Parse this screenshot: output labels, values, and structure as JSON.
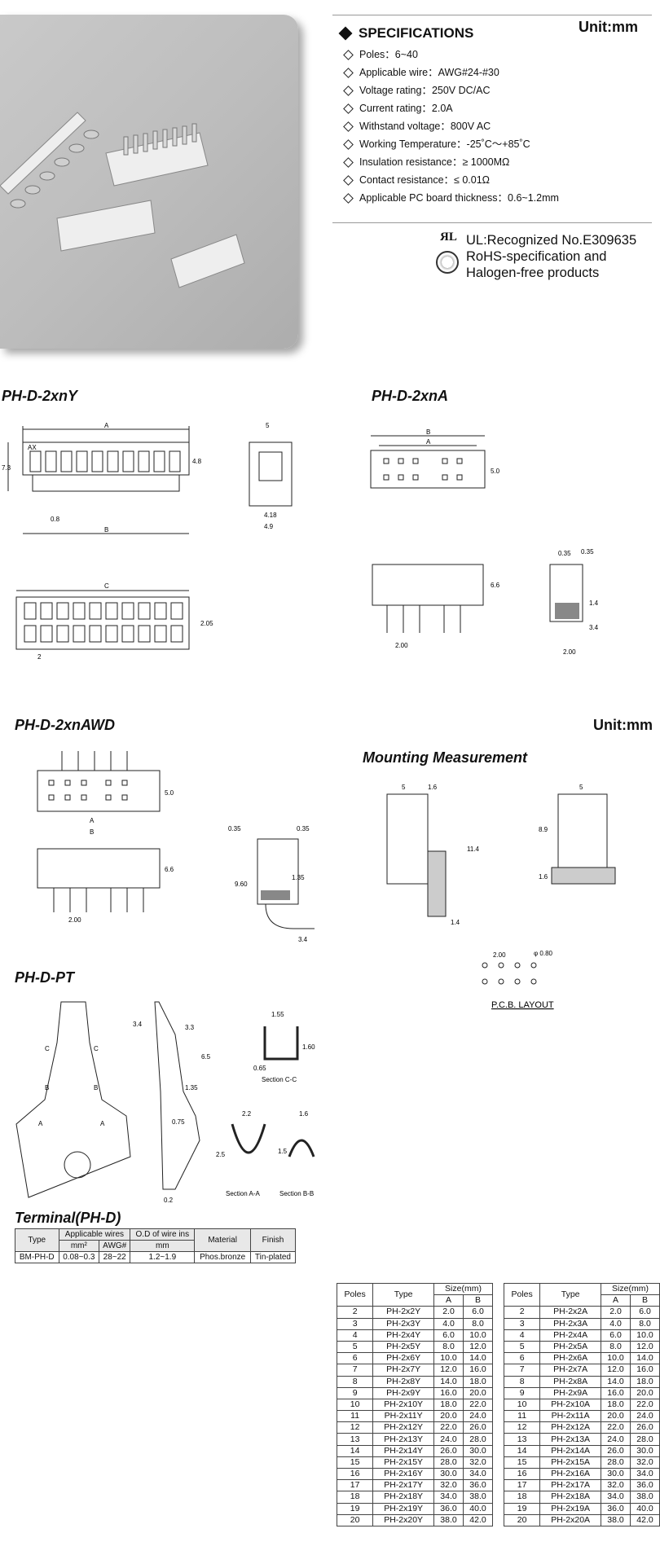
{
  "spec": {
    "title": "SPECIFICATIONS",
    "unit": "Unit:mm",
    "items": [
      "Poles：6~40",
      "Applicable wire：AWG#24-#30",
      "Voltage rating：250V DC/AC",
      "Current rating：2.0A",
      "Withstand voltage：800V AC",
      "Working Temperature：-25˚C～+85˚C",
      "Insulation resistance：≥ 1000MΩ",
      "Contact resistance：≤ 0.01Ω",
      "Applicable PC board thickness：0.6~1.2mm"
    ],
    "ul_mark": "ЯL",
    "cert1": "UL:Recognized No.E309635",
    "cert2": "RoHS-specification and",
    "cert3": "Halogen-free products"
  },
  "sections": {
    "s1": "PH-D-2xnY",
    "s2": "PH-D-2xnA",
    "s3": "PH-D-2xnAWD",
    "s3_unit": "Unit:mm",
    "s4": "Mounting Measurement",
    "s5": "PH-D-PT",
    "s6": "Terminal(PH-D)",
    "pcb_layout": "P.C.B. LAYOUT"
  },
  "dims": {
    "a": "A",
    "b": "B",
    "c": "C",
    "ax": "AX",
    "y_7_3": "7.3",
    "y_4_8": "4.8",
    "y_0_8": "0.8",
    "y_5": "5",
    "y_4_18": "4.18",
    "y_4_9": "4.9",
    "y_2_05": "2.05",
    "y_2": "2",
    "a_5_0": "5.0",
    "a_6_6": "6.6",
    "a_2_00": "2.00",
    "a_0_35": "0.35",
    "a_3_4": "3.4",
    "a_1_4": "1.4",
    "w_9_60": "9.60",
    "w_1_35": "1.35",
    "m_1_6": "1.6",
    "m_11_4": "11.4",
    "m_8_9": "8.9",
    "m_phi": "φ 0.80",
    "t_1_55": "1.55",
    "t_1_60": "1.60",
    "t_0_65": "0.65",
    "t_2_2": "2.2",
    "t_2_5": "2.5",
    "t_1_5": "1.5",
    "t_3_3": "3.3",
    "t_6_5": "6.5",
    "t_0_75": "0.75",
    "t_0_2": "0.2",
    "sec_cc": "Section C-C",
    "sec_aa": "Section A-A",
    "sec_bb": "Section B-B"
  },
  "terminal": {
    "h_type": "Type",
    "h_wires": "Applicable wires",
    "h_od": "O.D of wire ins",
    "h_material": "Material",
    "h_finish": "Finish",
    "h_mm2": "mm²",
    "h_awg": "AWG#",
    "h_mm": "mm",
    "type": "BM-PH-D",
    "mm2": "0.08~0.3",
    "awg": "28~22",
    "od": "1.2~1.9",
    "material": "Phos.bronze",
    "finish": "Tin-plated"
  },
  "table_headers": {
    "poles": "Poles",
    "type": "Type",
    "size": "Size(mm)",
    "a": "A",
    "b": "B"
  },
  "table_y": [
    [
      "2",
      "PH-2x2Y",
      "2.0",
      "6.0"
    ],
    [
      "3",
      "PH-2x3Y",
      "4.0",
      "8.0"
    ],
    [
      "4",
      "PH-2x4Y",
      "6.0",
      "10.0"
    ],
    [
      "5",
      "PH-2x5Y",
      "8.0",
      "12.0"
    ],
    [
      "6",
      "PH-2x6Y",
      "10.0",
      "14.0"
    ],
    [
      "7",
      "PH-2x7Y",
      "12.0",
      "16.0"
    ],
    [
      "8",
      "PH-2x8Y",
      "14.0",
      "18.0"
    ],
    [
      "9",
      "PH-2x9Y",
      "16.0",
      "20.0"
    ],
    [
      "10",
      "PH-2x10Y",
      "18.0",
      "22.0"
    ],
    [
      "11",
      "PH-2x11Y",
      "20.0",
      "24.0"
    ],
    [
      "12",
      "PH-2x12Y",
      "22.0",
      "26.0"
    ],
    [
      "13",
      "PH-2x13Y",
      "24.0",
      "28.0"
    ],
    [
      "14",
      "PH-2x14Y",
      "26.0",
      "30.0"
    ],
    [
      "15",
      "PH-2x15Y",
      "28.0",
      "32.0"
    ],
    [
      "16",
      "PH-2x16Y",
      "30.0",
      "34.0"
    ],
    [
      "17",
      "PH-2x17Y",
      "32.0",
      "36.0"
    ],
    [
      "18",
      "PH-2x18Y",
      "34.0",
      "38.0"
    ],
    [
      "19",
      "PH-2x19Y",
      "36.0",
      "40.0"
    ],
    [
      "20",
      "PH-2x20Y",
      "38.0",
      "42.0"
    ]
  ],
  "table_a": [
    [
      "2",
      "PH-2x2A",
      "2.0",
      "6.0"
    ],
    [
      "3",
      "PH-2x3A",
      "4.0",
      "8.0"
    ],
    [
      "4",
      "PH-2x4A",
      "6.0",
      "10.0"
    ],
    [
      "5",
      "PH-2x5A",
      "8.0",
      "12.0"
    ],
    [
      "6",
      "PH-2x6A",
      "10.0",
      "14.0"
    ],
    [
      "7",
      "PH-2x7A",
      "12.0",
      "16.0"
    ],
    [
      "8",
      "PH-2x8A",
      "14.0",
      "18.0"
    ],
    [
      "9",
      "PH-2x9A",
      "16.0",
      "20.0"
    ],
    [
      "10",
      "PH-2x10A",
      "18.0",
      "22.0"
    ],
    [
      "11",
      "PH-2x11A",
      "20.0",
      "24.0"
    ],
    [
      "12",
      "PH-2x12A",
      "22.0",
      "26.0"
    ],
    [
      "13",
      "PH-2x13A",
      "24.0",
      "28.0"
    ],
    [
      "14",
      "PH-2x14A",
      "26.0",
      "30.0"
    ],
    [
      "15",
      "PH-2x15A",
      "28.0",
      "32.0"
    ],
    [
      "16",
      "PH-2x16A",
      "30.0",
      "34.0"
    ],
    [
      "17",
      "PH-2x17A",
      "32.0",
      "36.0"
    ],
    [
      "18",
      "PH-2x18A",
      "34.0",
      "38.0"
    ],
    [
      "19",
      "PH-2x19A",
      "36.0",
      "40.0"
    ],
    [
      "20",
      "PH-2x20A",
      "38.0",
      "42.0"
    ]
  ]
}
